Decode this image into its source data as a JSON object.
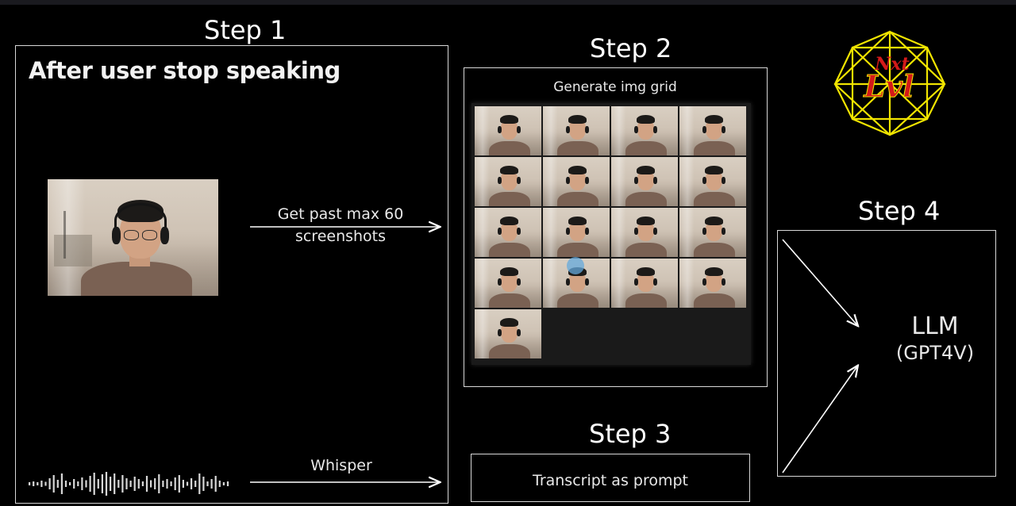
{
  "steps": {
    "step1": {
      "title": "Step 1",
      "headline": "After user stop speaking",
      "screenshot_label_line1": "Get past max 60",
      "screenshot_label_line2": "screenshots",
      "audio_label": "Whisper"
    },
    "step2": {
      "title": "Step 2",
      "caption": "Generate img grid",
      "grid_columns": 4,
      "grid_tiles": 17
    },
    "step3": {
      "title": "Step 3",
      "caption": "Transcript as prompt"
    },
    "step4": {
      "title": "Step 4",
      "model": "LLM",
      "model_detail": "(GPT4V)"
    }
  },
  "logo": {
    "text_top": "Nxt",
    "text_bottom": "Lvl",
    "color_outline": "#f0e400",
    "color_text": "#d41a1a"
  },
  "colors": {
    "background": "#000000",
    "line": "#d8d8d8",
    "text": "#ffffff"
  },
  "icons": [
    "arrow-right-icon",
    "waveform-icon",
    "cursor-icon"
  ]
}
